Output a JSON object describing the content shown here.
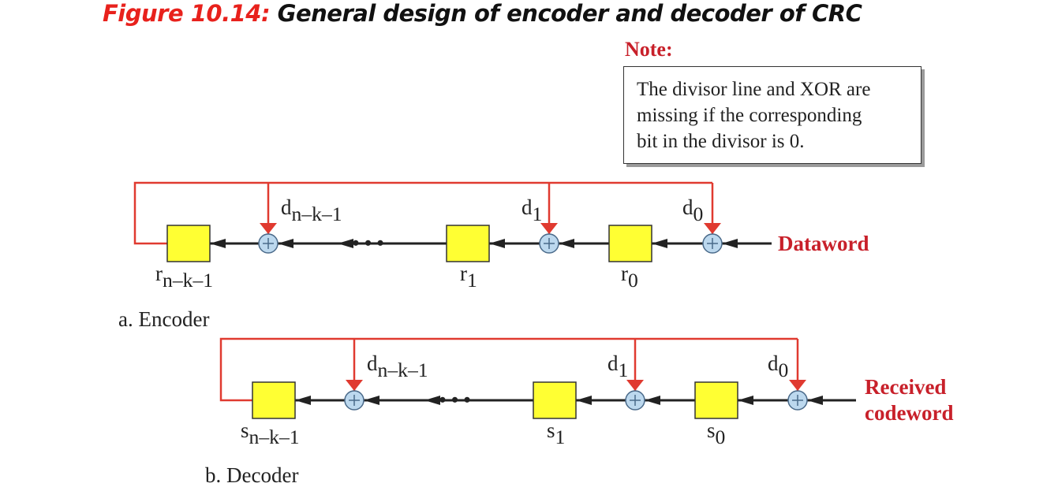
{
  "figure": {
    "number": "Figure 10.14:",
    "title": "General design of encoder and decoder of CRC"
  },
  "note": {
    "heading": "Note:",
    "lines": [
      "The divisor line and XOR are",
      "missing if the corresponding",
      "bit in the divisor is 0."
    ]
  },
  "encoder": {
    "caption": "a. Encoder",
    "input_label_lines": [
      "Dataword"
    ],
    "register_labels": [
      {
        "base": "r",
        "sub": "n–k–1"
      },
      {
        "base": "r",
        "sub": "1"
      },
      {
        "base": "r",
        "sub": "0"
      }
    ],
    "divisor_labels": [
      {
        "base": "d",
        "sub": "n–k–1"
      },
      {
        "base": "d",
        "sub": "1"
      },
      {
        "base": "d",
        "sub": "0"
      }
    ],
    "ellipsis": "• • •"
  },
  "decoder": {
    "caption": "b. Decoder",
    "input_label_lines": [
      "Received",
      "codeword"
    ],
    "register_labels": [
      {
        "base": "s",
        "sub": "n–k–1"
      },
      {
        "base": "s",
        "sub": "1"
      },
      {
        "base": "s",
        "sub": "0"
      }
    ],
    "divisor_labels": [
      {
        "base": "d",
        "sub": "n–k–1"
      },
      {
        "base": "d",
        "sub": "1"
      },
      {
        "base": "d",
        "sub": "0"
      }
    ],
    "ellipsis": "• • •"
  },
  "colors": {
    "feedback_line": "#e03a30",
    "register_fill": "#ffff33",
    "xor_fill": "#bcd8ee",
    "arrow": "#222222",
    "accent_text": "#c8202a"
  }
}
